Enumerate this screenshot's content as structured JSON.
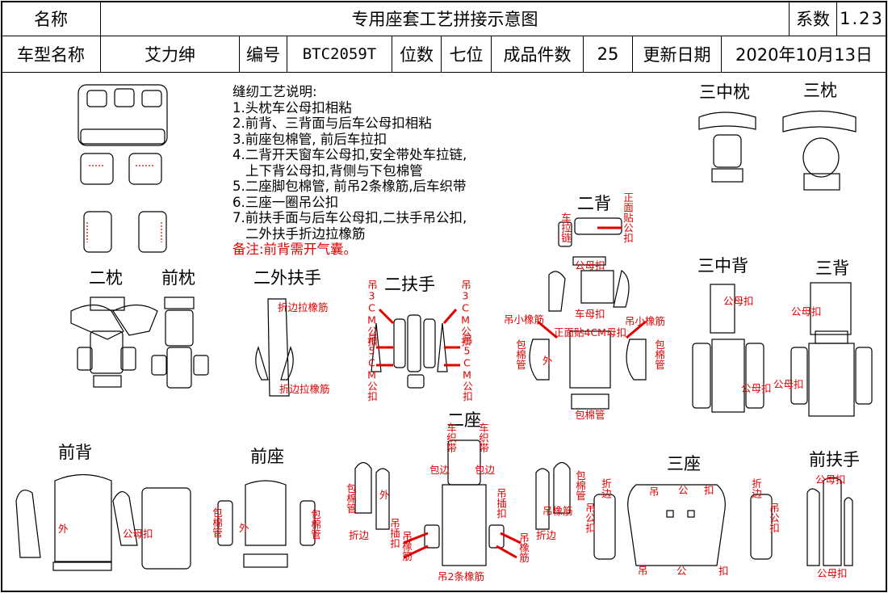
{
  "header": {
    "name_label": "名称",
    "doc_title": "专用座套工艺拼接示意图",
    "coef_label": "系数",
    "coef_value": "1.23",
    "model_label": "车型名称",
    "model_value": "艾力绅",
    "code_label": "编号",
    "code_value": "BTC2059T",
    "seats_label": "位数",
    "seats_value": "七位",
    "pieces_label": "成品件数",
    "pieces_value": "25",
    "date_label": "更新日期",
    "date_value": "2020年10月13日"
  },
  "notes": {
    "heading": "缝纫工艺说明:",
    "lines": [
      "1.头枕车公母扣相粘",
      "2.前背、三背面与后车公母扣相粘",
      "3.前座包棉管, 前后车拉扣",
      "4.二背开天窗车公母扣,安全带处车拉链,",
      "  上下背公母扣,背侧与下包棉管",
      "5.二座脚包棉管, 前吊2条橡筋,后车织带",
      "6.三座一圈吊公扣",
      "7.前扶手面与后车公母扣,二扶手吊公扣,",
      "  二外扶手折边拉橡筋"
    ],
    "remark": "备注:前背需开气囊。"
  },
  "sections": {
    "third_mid_pillow": "三中枕",
    "third_pillow": "三枕",
    "second_back": "二背",
    "second_pillow": "二枕",
    "front_pillow": "前枕",
    "second_outer_armrest": "二外扶手",
    "second_armrest": "二扶手",
    "third_mid_back": "三中背",
    "third_back": "三背",
    "second_seat": "二座",
    "front_back": "前背",
    "front_seat": "前座",
    "third_seat": "三座",
    "front_armrest": "前扶手"
  },
  "annotations": {
    "fold_elastic": "折边拉橡筋",
    "hang_3cm": "吊3CM公扣",
    "hang_5cm": "吊5CM公扣",
    "sew_zipper": "车拉链",
    "front_stick": "正面贴公扣",
    "male_female": "公母扣",
    "hang_small_elastic": "吊小橡筋",
    "front_4cm": "正面贴4CM母扣",
    "car_female": "车母扣",
    "wrap_tube": "包棉管",
    "outer": "外",
    "car_webbing": "车织带",
    "wrap_edge": "包边",
    "hang_insert": "吊插扣",
    "hang_elastic": "吊橡筋",
    "fold_edge": "折边",
    "hang_elastic_tube": "吊橡筋",
    "hang_2_elastic": "吊2条橡筋",
    "hang": "吊",
    "male": "公",
    "buckle": "扣",
    "hang_male": "吊公扣",
    "male_female_buckle": "公母扣"
  }
}
